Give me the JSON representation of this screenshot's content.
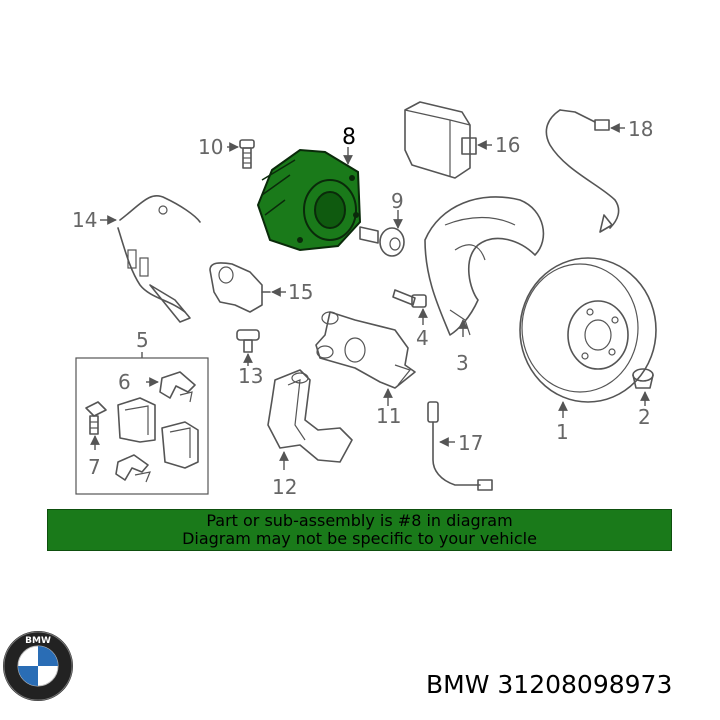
{
  "callouts": {
    "c1": "1",
    "c2": "2",
    "c3": "3",
    "c4": "4",
    "c5": "5",
    "c6": "6",
    "c7": "7",
    "c8": "8",
    "c9": "9",
    "c10": "10",
    "c11": "11",
    "c12": "12",
    "c13": "13",
    "c14": "14",
    "c15": "15",
    "c16": "16",
    "c17": "17",
    "c18": "18"
  },
  "highlighted_part": "8",
  "highlight_color": "#1a7a1a",
  "banner": {
    "line1": "Part or sub-assembly is #8 in diagram",
    "line2": "Diagram may not be specific to your vehicle",
    "color": "#1a7a1a"
  },
  "logo": {
    "text": "BMW",
    "icon": "bmw-roundel-icon"
  },
  "part_number": "BMW 31208098973"
}
